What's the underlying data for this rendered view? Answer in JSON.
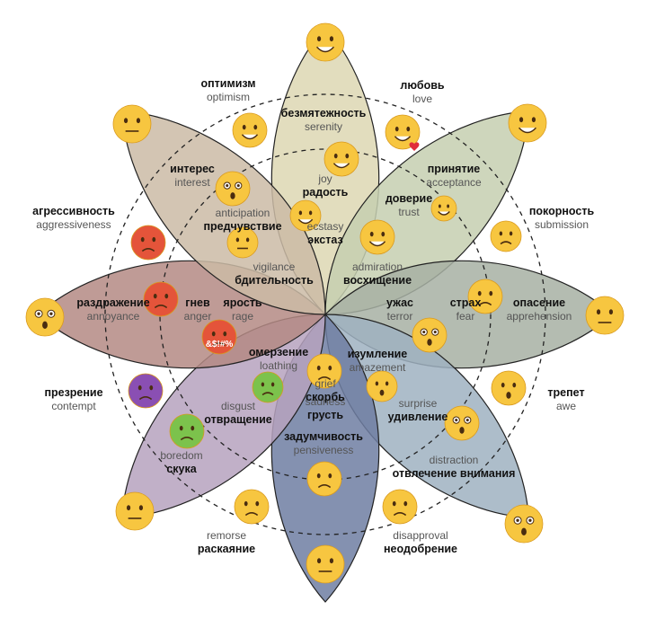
{
  "emotions": [
    {
      "id": "joy",
      "ru": "радость",
      "en": "joy",
      "color": "#ddd7b3",
      "ecstasy": {
        "ru": "экстаз",
        "en": "ecstasy"
      },
      "serenity": {
        "ru": "безмятежность",
        "en": "serenity"
      },
      "emoji": "grinning-face-icon"
    },
    {
      "id": "trust",
      "ru": "доверие",
      "en": "trust",
      "color": "#c6cfb0",
      "ecstasy": {
        "ru": "восхищение",
        "en": "admiration"
      },
      "serenity": {
        "ru": "принятие",
        "en": "acceptance"
      },
      "emoji": "handshake-icon"
    },
    {
      "id": "fear",
      "ru": "страх",
      "en": "fear",
      "color": "#a7b0a3",
      "ecstasy": {
        "ru": "ужас",
        "en": "terror"
      },
      "serenity": {
        "ru": "опасение",
        "en": "apprehension"
      },
      "emoji": "anxious-face-icon"
    },
    {
      "id": "surprise",
      "ru": "удивление",
      "en": "surprise",
      "color": "#9fb2c1",
      "ecstasy": {
        "ru": "изумление",
        "en": "amazement"
      },
      "serenity": {
        "ru": "отвлечение внимания",
        "en": "distraction"
      },
      "emoji": "hushed-face-icon"
    },
    {
      "id": "sadness",
      "ru": "грусть",
      "en": "sadness",
      "color": "#6f7ea2",
      "ecstasy": {
        "ru": "скорбь",
        "en": "grief"
      },
      "serenity": {
        "ru": "задумчивость",
        "en": "pensiveness"
      },
      "emoji": "crying-face-icon"
    },
    {
      "id": "disgust",
      "ru": "отвращение",
      "en": "disgust",
      "color": "#b6a2be",
      "ecstasy": {
        "ru": "омерзение",
        "en": "loathing"
      },
      "serenity": {
        "ru": "скука",
        "en": "boredom"
      },
      "emoji": "nauseated-face-icon"
    },
    {
      "id": "anger",
      "ru": "гнев",
      "en": "anger",
      "color": "#b48a84",
      "ecstasy": {
        "ru": "ярость",
        "en": "rage"
      },
      "serenity": {
        "ru": "раздражение",
        "en": "annoyance"
      },
      "emoji": "angry-face-icon"
    },
    {
      "id": "anticipation",
      "ru": "предчувствие",
      "en": "anticipation",
      "color": "#cbbba6",
      "ecstasy": {
        "ru": "бдительность",
        "en": "vigilance"
      },
      "serenity": {
        "ru": "интерес",
        "en": "interest"
      },
      "emoji": "thinking-face-icon"
    }
  ],
  "dyads": [
    {
      "ru": "любовь",
      "en": "love"
    },
    {
      "ru": "покорность",
      "en": "submission"
    },
    {
      "ru": "трепет",
      "en": "awe"
    },
    {
      "ru": "неодобрение",
      "en": "disapproval"
    },
    {
      "ru": "раскаяние",
      "en": "remorse"
    },
    {
      "ru": "презрение",
      "en": "contempt"
    },
    {
      "ru": "агрессивность",
      "en": "aggressiveness"
    },
    {
      "ru": "оптимизм",
      "en": "optimism"
    }
  ],
  "rage_symbol_text": "&$!#%"
}
